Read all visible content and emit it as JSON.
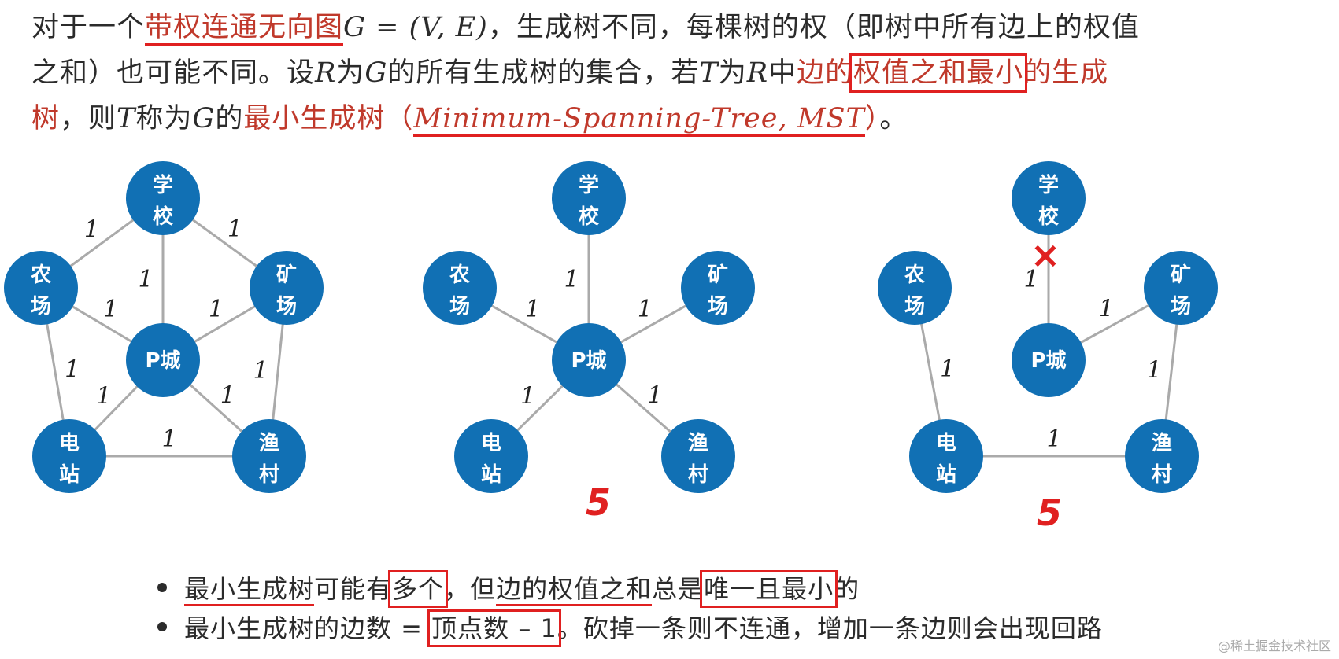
{
  "paragraph": {
    "l1_a": "对于一个",
    "l1_term": "带权连通无向图",
    "l1_g": "G = (V, E)",
    "l1_b": "，生成树不同，每棵树的权（即树中所有边上的权值",
    "l2_a": "之和）也可能不同。设",
    "l2_r": "R",
    "l2_b": "为",
    "l2_g": "G",
    "l2_c": "的所有生成树的集合，若",
    "l2_t": "T",
    "l2_d": "为",
    "l2_r2": "R",
    "l2_e": "中",
    "l2_red1": "边的",
    "l2_red_box": "权值之和最小",
    "l2_red2": "的生成",
    "l3_red": "树",
    "l3_a": "，则",
    "l3_t": "T",
    "l3_b": "称为",
    "l3_g": "G",
    "l3_c": "的",
    "l3_term": "最小生成树",
    "l3_paren_open": "（",
    "l3_en": "Minimum-Spanning-Tree, MST",
    "l3_paren_close": "）",
    "l3_end": "。"
  },
  "graphs": {
    "node_labels": {
      "school": [
        "学",
        "校"
      ],
      "farm": [
        "农",
        "场"
      ],
      "mine": [
        "矿",
        "场"
      ],
      "city": [
        "P城"
      ],
      "power": [
        "电",
        "站"
      ],
      "fish": [
        "渔",
        "村"
      ]
    },
    "edge_weight": "1",
    "graph1_edges": [
      "学校-农场",
      "学校-矿场",
      "学校-P城",
      "农场-P城",
      "矿场-P城",
      "农场-电站",
      "矿场-渔村",
      "P城-电站",
      "P城-渔村",
      "电站-渔村"
    ],
    "graph2_edges": [
      "学校-P城",
      "农场-P城",
      "矿场-P城",
      "P城-电站",
      "P城-渔村"
    ],
    "graph3_edges": [
      "学校-P城",
      "矿场-P城",
      "农场-电站",
      "电站-渔村",
      "矿场-渔村"
    ],
    "annotation_sum": "5",
    "annotation_cross": "×"
  },
  "bullets": {
    "b1_a": "最小生成树",
    "b1_b": "可能有",
    "b1_c": "多个",
    "b1_d": "，但",
    "b1_e": "边的权值之和",
    "b1_f": "总是",
    "b1_g": "唯一且最小",
    "b1_h": "的",
    "b2_a": "最小生成树的边数 = ",
    "b2_b": "顶点数 – 1",
    "b2_c": "。砍掉一条则不连通，增加一条边则会出现回路"
  },
  "watermark": "@稀土掘金技术社区",
  "colors": {
    "node": "#1170b4",
    "edge": "#aaaaaa",
    "accent_red": "#c0392b",
    "annotation_red": "#e02020"
  }
}
